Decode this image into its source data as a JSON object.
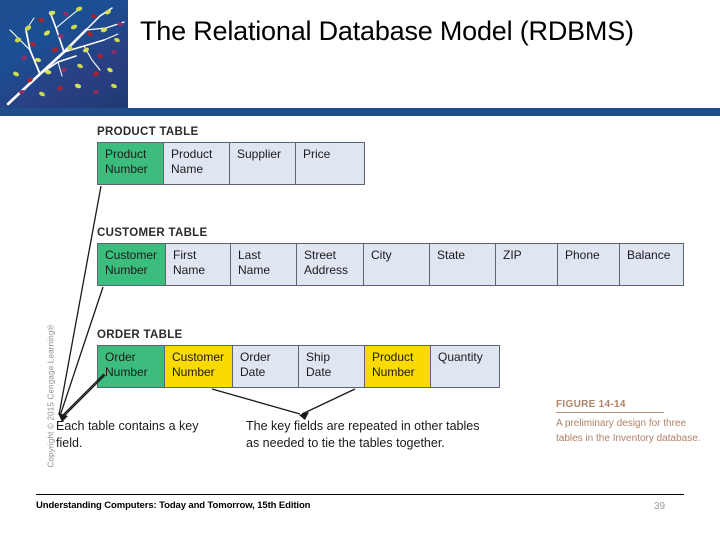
{
  "slide": {
    "title": "The Relational Database Model (RDBMS)",
    "copyright": "Copyright © 2015 Cengage Learning®"
  },
  "figure": {
    "tables": [
      {
        "caption": "PRODUCT TABLE",
        "columns": [
          {
            "label": "Product Number",
            "type": "key-green",
            "width": 66
          },
          {
            "label": "Product Name",
            "type": "plain",
            "width": 66
          },
          {
            "label": "Supplier",
            "type": "plain",
            "width": 66
          },
          {
            "label": "Price",
            "type": "plain",
            "width": 68
          }
        ]
      },
      {
        "caption": "CUSTOMER TABLE",
        "columns": [
          {
            "label": "Customer Number",
            "type": "key-green",
            "width": 68
          },
          {
            "label": "First Name",
            "type": "plain",
            "width": 65
          },
          {
            "label": "Last Name",
            "type": "plain",
            "width": 66
          },
          {
            "label": "Street Address",
            "type": "plain",
            "width": 67
          },
          {
            "label": "City",
            "type": "plain",
            "width": 66
          },
          {
            "label": "State",
            "type": "plain",
            "width": 66
          },
          {
            "label": "ZIP",
            "type": "plain",
            "width": 62
          },
          {
            "label": "Phone",
            "type": "plain",
            "width": 62
          },
          {
            "label": "Balance",
            "type": "plain",
            "width": 63
          }
        ]
      },
      {
        "caption": "ORDER TABLE",
        "columns": [
          {
            "label": "Order Number",
            "type": "key-green",
            "width": 67
          },
          {
            "label": "Customer Number",
            "type": "key-yellow",
            "width": 68
          },
          {
            "label": "Order Date",
            "type": "plain",
            "width": 66
          },
          {
            "label": "Ship Date",
            "type": "plain",
            "width": 66
          },
          {
            "label": "Product Number",
            "type": "key-yellow",
            "width": 66
          },
          {
            "label": "Quantity",
            "type": "plain",
            "width": 68
          }
        ]
      }
    ],
    "annotations": [
      {
        "text": "Each table contains a key field."
      },
      {
        "text": "The key fields are repeated in other tables as needed to tie the tables together."
      }
    ],
    "reference": {
      "label": "FIGURE 14-14",
      "description": "A preliminary design for three tables in the Inventory database."
    }
  },
  "footer": {
    "source": "Understanding Computers: Today and Tomorrow, 15th Edition",
    "page": "39"
  }
}
